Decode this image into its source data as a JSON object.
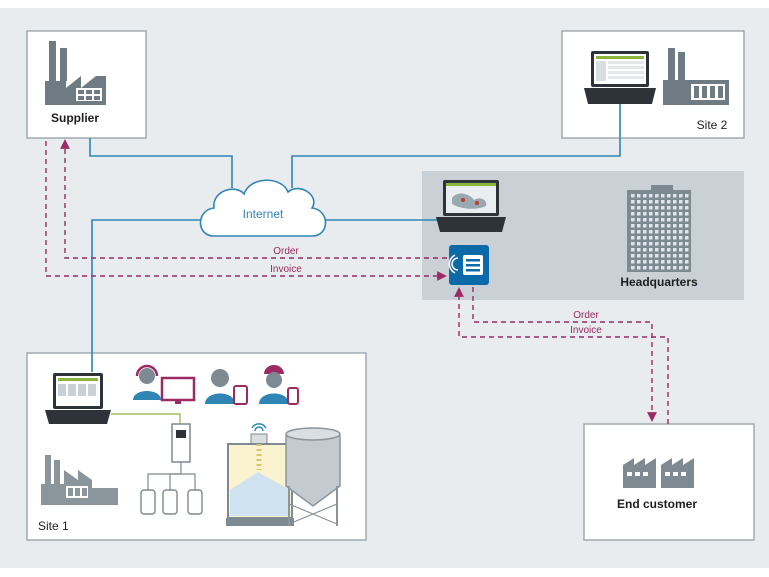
{
  "nodes": {
    "supplier": {
      "label": "Supplier"
    },
    "site2": {
      "label": "Site 2"
    },
    "headquarters": {
      "label": "Headquarters"
    },
    "site1": {
      "label": "Site 1"
    },
    "end_customer": {
      "label": "End customer"
    },
    "internet": {
      "label": "Internet"
    }
  },
  "flows": {
    "supplier_order": "Order",
    "supplier_invoice": "Invoice",
    "customer_order": "Order",
    "customer_invoice": "Invoice"
  },
  "colors": {
    "background": "#e8ecef",
    "network_line": "#2f86b5",
    "flow_line": "#9c2a63",
    "box_border": "#8c9aa3",
    "hq_fill": "#c9d1d7",
    "gateway_blue": "#0d6aa8"
  }
}
